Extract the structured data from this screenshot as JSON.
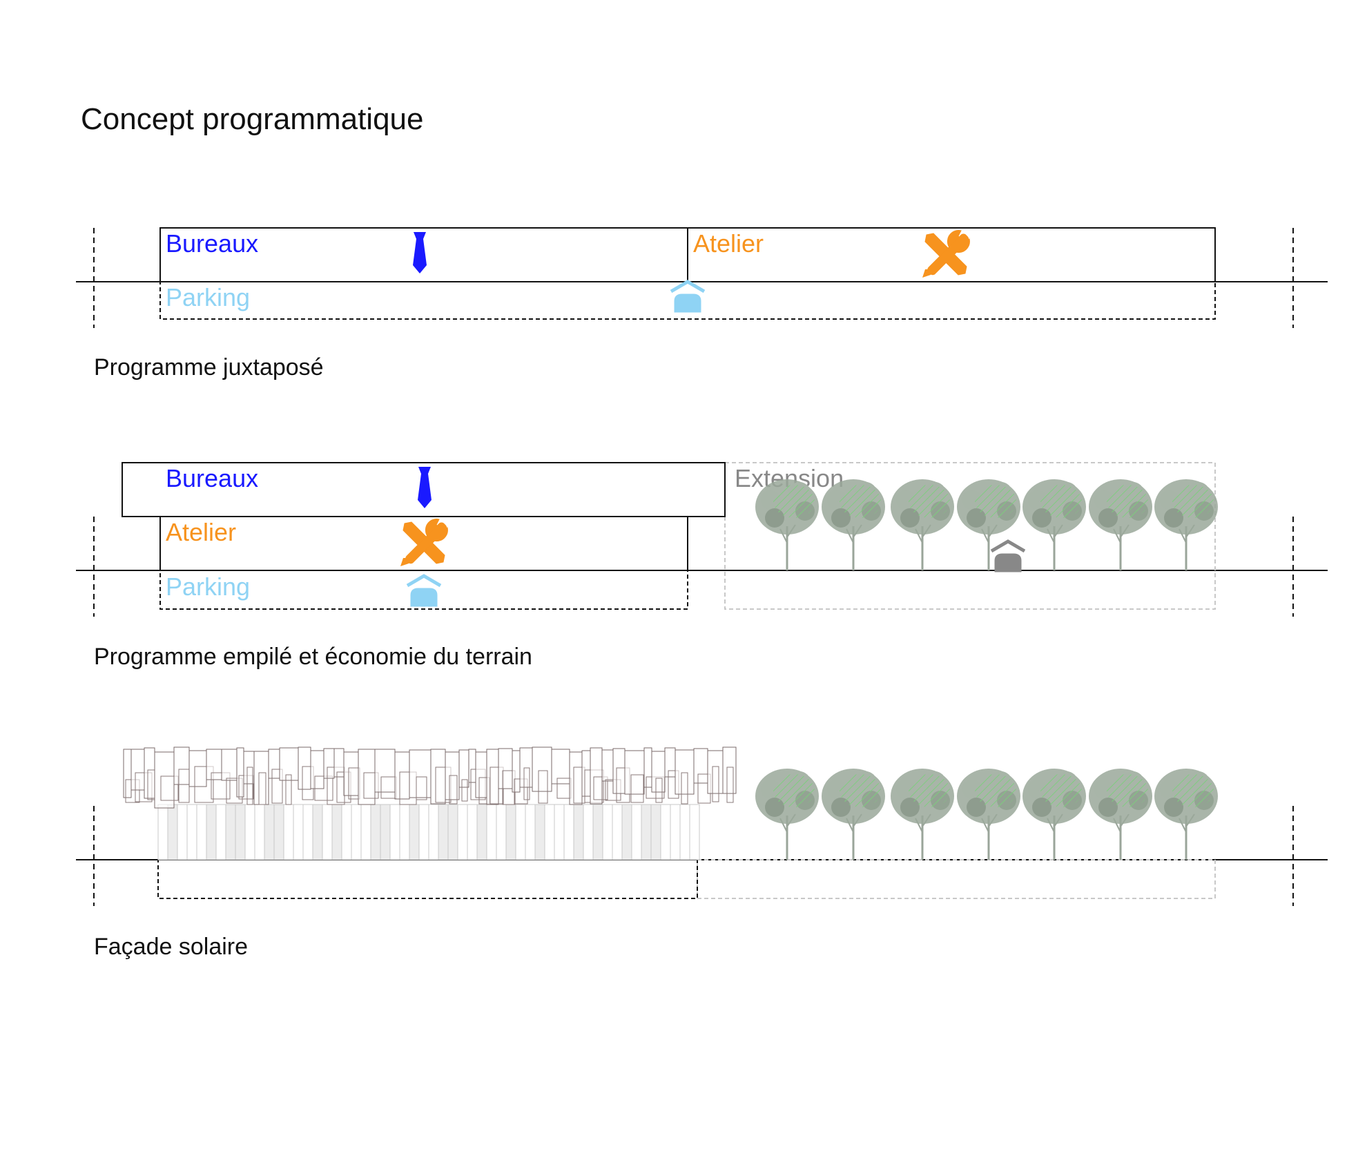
{
  "title": "Concept programmatique",
  "colors": {
    "bureaux": "#1a1aff",
    "atelier": "#f7931e",
    "parking": "#8fd3f4",
    "extension": "#888888",
    "tree_foliage": "#8fa08f",
    "tree_hatch": "#7ccf7c",
    "facade": "#7a6a6a"
  },
  "icons": {
    "bureaux": "tie-icon",
    "atelier": "wrench-screwdriver-icon",
    "parking": "car-garage-icon",
    "tree": "tree-icon"
  },
  "sections": [
    {
      "caption": "Programme juxtaposé",
      "labels": {
        "bureaux": "Bureaux",
        "atelier": "Atelier",
        "parking": "Parking"
      }
    },
    {
      "caption": "Programme empilé et économie du terrain",
      "labels": {
        "bureaux": "Bureaux",
        "atelier": "Atelier",
        "parking": "Parking",
        "extension": "Extension"
      }
    },
    {
      "caption": "Façade solaire"
    }
  ]
}
